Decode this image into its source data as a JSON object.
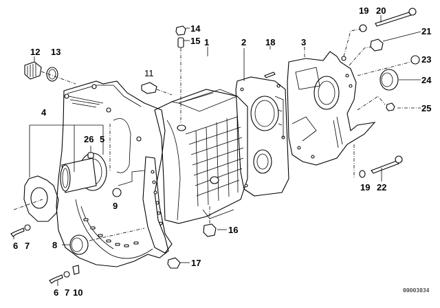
{
  "diagram": {
    "title": "Transmission housing exploded view",
    "drawing_code": "00003034",
    "line_color": "#000000",
    "background": "#ffffff"
  },
  "callouts": {
    "c1": "1",
    "c2": "2",
    "c3": "3",
    "c4": "4",
    "c5": "5",
    "c6a": "6",
    "c7a": "7",
    "c6b": "6",
    "c7b": "7",
    "c8": "8",
    "c9": "9",
    "c10": "10",
    "c11": "11",
    "c12": "12",
    "c13": "13",
    "c14": "14",
    "c15": "15",
    "c16": "16",
    "c17": "17",
    "c18": "18",
    "c19a": "19",
    "c19b": "19",
    "c20": "20",
    "c21": "21",
    "c22": "22",
    "c23": "23",
    "c24": "24",
    "c25": "25",
    "c26": "26"
  }
}
